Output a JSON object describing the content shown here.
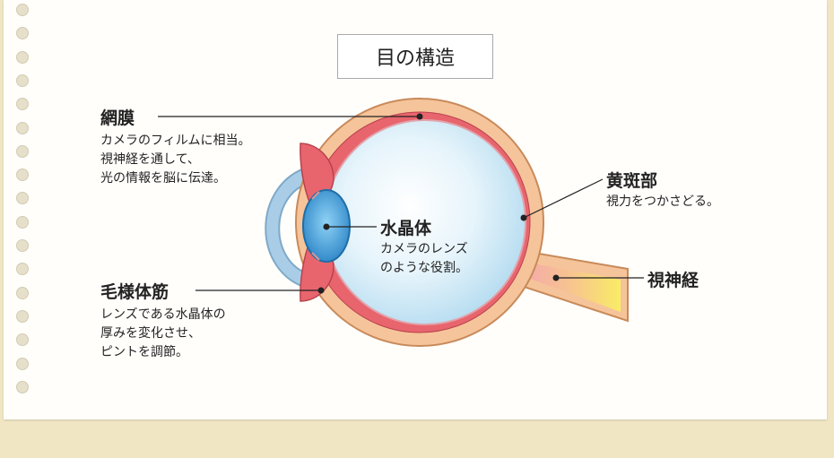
{
  "title": "目の構造",
  "labels": {
    "retina": {
      "name": "網膜",
      "desc": [
        "カメラのフィルムに相当。",
        "視神経を通して、",
        "光の情報を脳に伝達。"
      ]
    },
    "macula": {
      "name": "黄斑部",
      "desc": [
        "視力をつかさどる。"
      ]
    },
    "lens": {
      "name": "水晶体",
      "desc": [
        "カメラのレンズ",
        "のような役割。"
      ]
    },
    "optic_nerve": {
      "name": "視神経"
    },
    "ciliary": {
      "name": "毛様体筋",
      "desc": [
        "レンズである水晶体の",
        "厚みを変化させ、",
        "ピントを調節。"
      ]
    }
  },
  "colors": {
    "background": "#f1e6c4",
    "paper": "#fffefb",
    "sclera": "#f6c49a",
    "sclera_stroke": "#c88a5a",
    "choroid": "#e8656e",
    "vitreous": "#cdeaf6",
    "lens": "#3a9ad6",
    "cornea": "#a9cde6",
    "nerve_yellow": "#f7e46a",
    "nerve_pink": "#f2a8b4"
  }
}
